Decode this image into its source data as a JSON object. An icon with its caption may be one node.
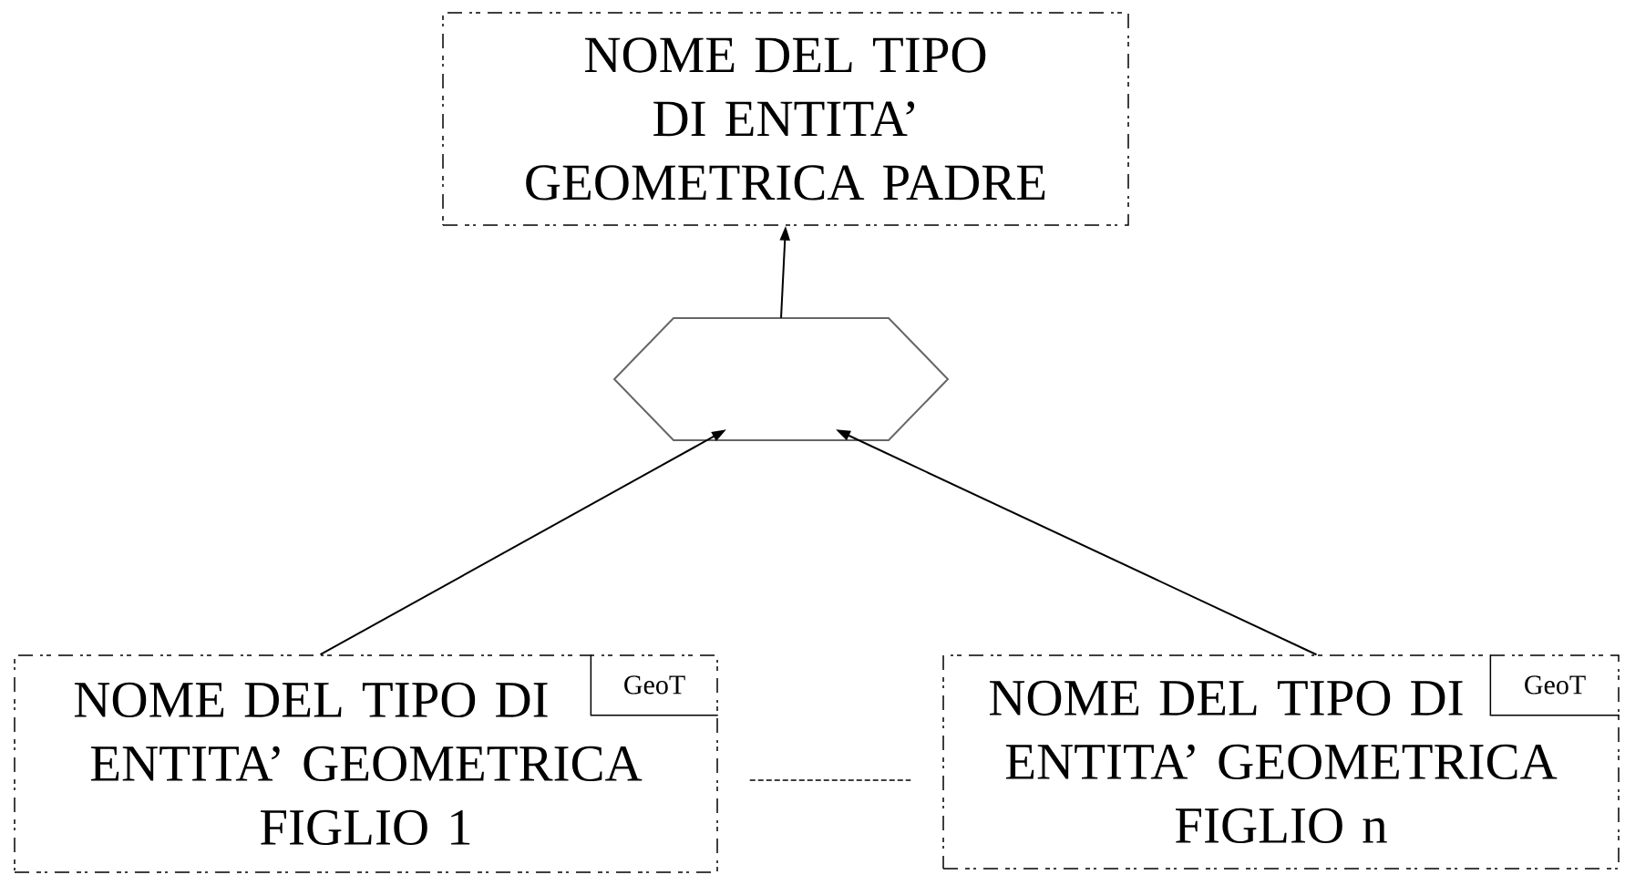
{
  "diagram": {
    "nodes": [
      {
        "text": [
          "NOME DEL TIPO DI ENTITA’ GEOMETRICA PADRE"
        ]
      },
      {
        "text": [],
        "shape": "hexagon"
      },
      {
        "text": [
          "NOME DEL TIPO DI ENTITA’ GEOMETRICA FIGLIO 1"
        ]
      },
      {
        "text": [
          "GeoT"
        ],
        "in": 2
      },
      {
        "text": [
          "NOME DEL TIPO DI ENTITA’ GEOMETRICA FIGLIO n"
        ]
      },
      {
        "text": [
          "GeoT"
        ],
        "in": 4
      }
    ],
    "edges": [
      {
        "from": 1,
        "to": 0,
        "arrow": "to"
      },
      {
        "from": 2,
        "to": 1,
        "arrow": "to"
      },
      {
        "from": 4,
        "to": 1,
        "arrow": "to"
      },
      {
        "from": 2,
        "to": 4,
        "arrow": "none",
        "style": "dashed"
      }
    ]
  }
}
